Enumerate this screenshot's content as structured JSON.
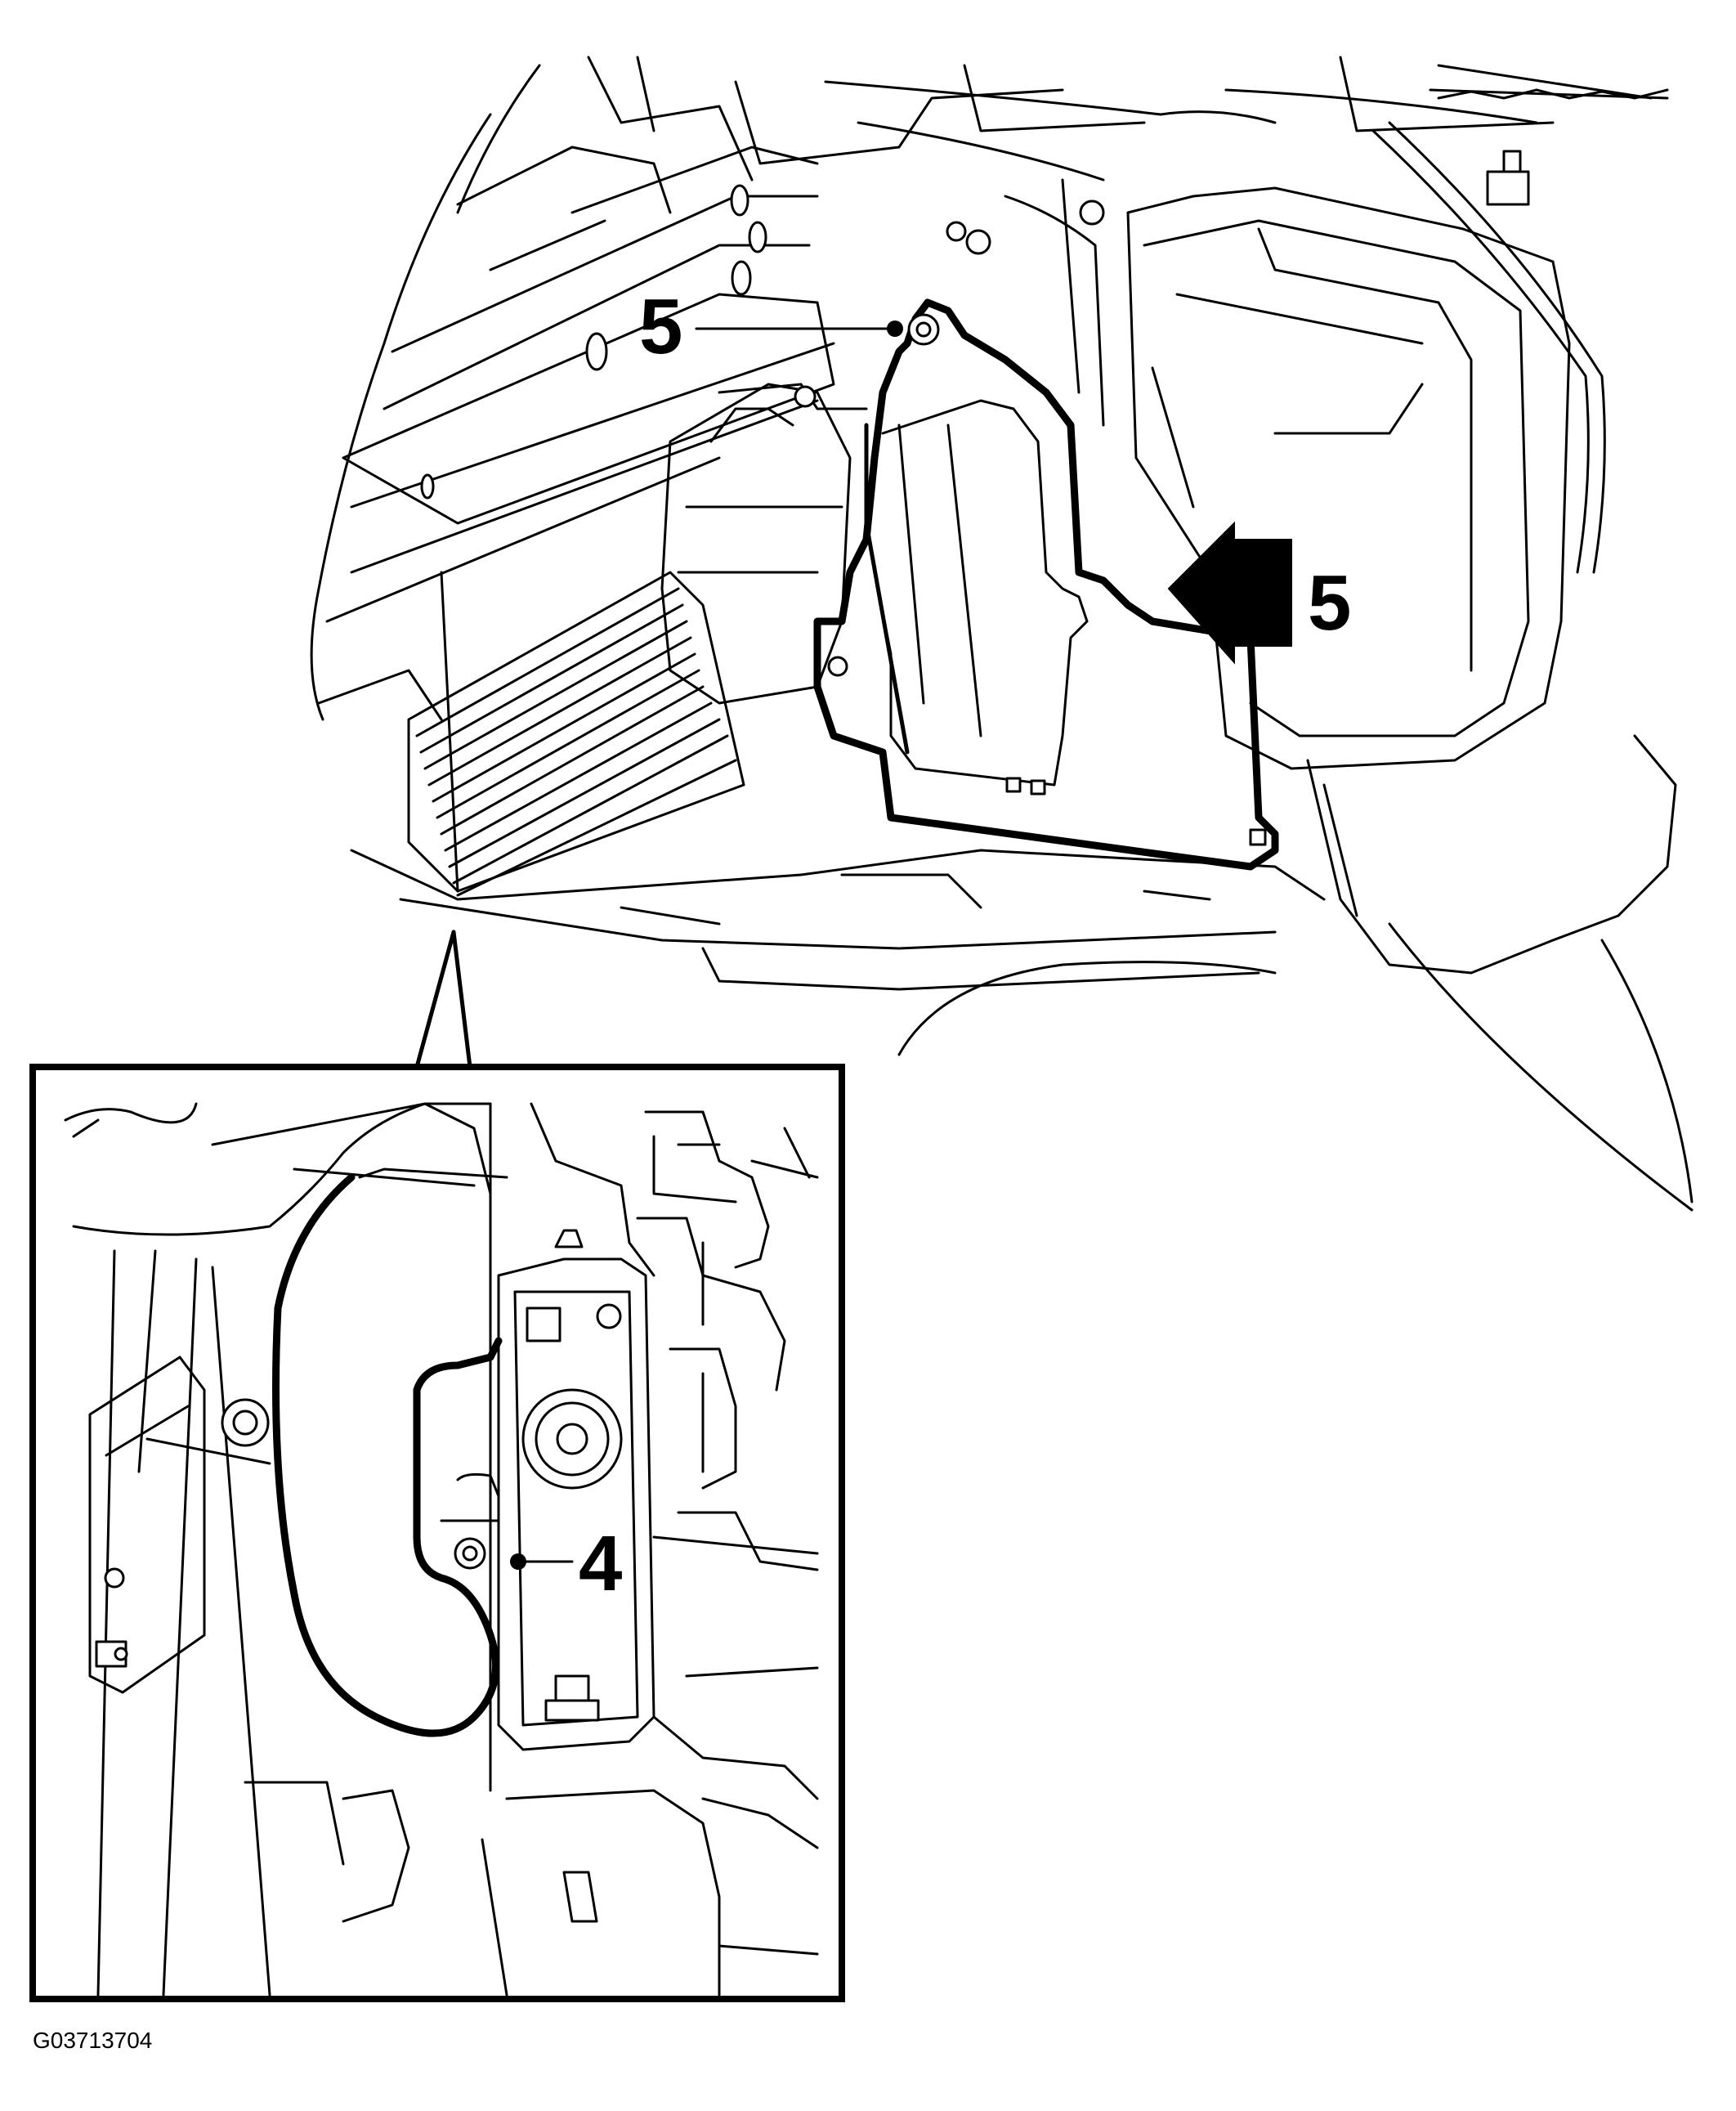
{
  "figure": {
    "callouts": [
      {
        "id": "callout-5-top",
        "text": "5"
      },
      {
        "id": "callout-5-arrow",
        "text": "5"
      },
      {
        "id": "callout-4-inset",
        "text": "4"
      }
    ],
    "figure_code": "G03713704"
  },
  "colors": {
    "ink": "#000000",
    "paper": "#ffffff"
  }
}
